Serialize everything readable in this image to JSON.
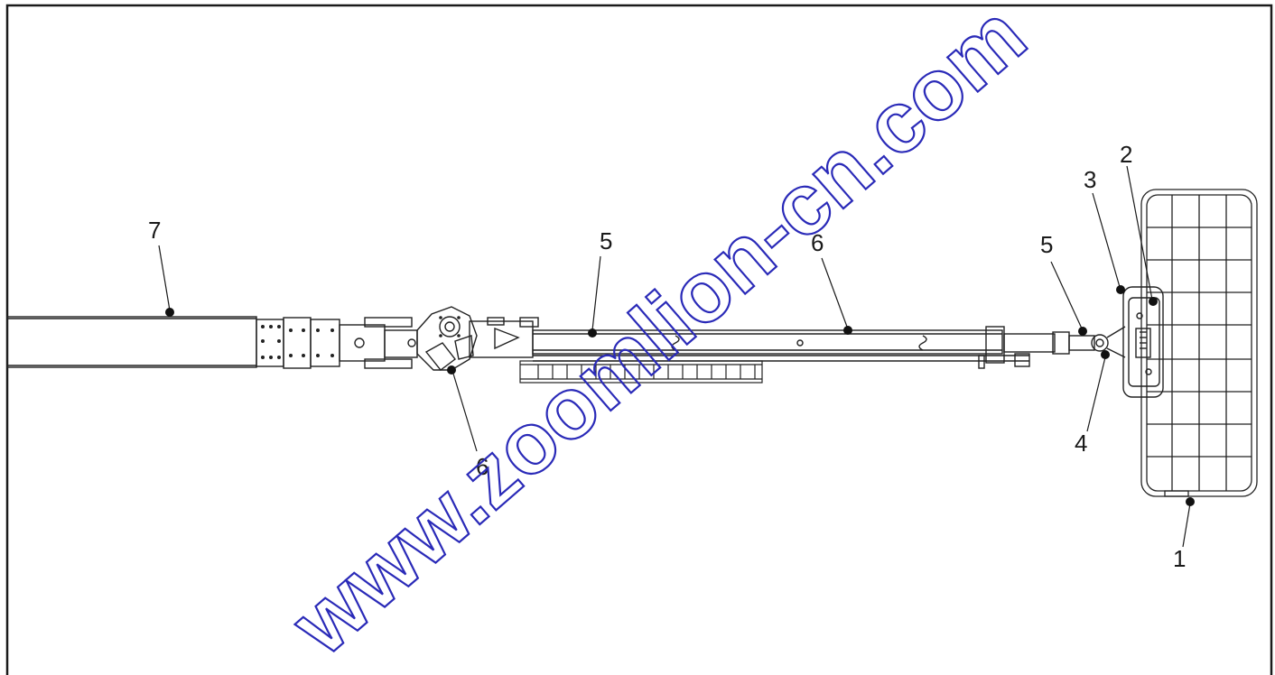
{
  "callouts": [
    {
      "id": "c1",
      "label": "1"
    },
    {
      "id": "c2",
      "label": "2"
    },
    {
      "id": "c3",
      "label": "3"
    },
    {
      "id": "c4",
      "label": "4"
    },
    {
      "id": "c5a",
      "label": "5"
    },
    {
      "id": "c5b",
      "label": "5"
    },
    {
      "id": "c6a",
      "label": "6"
    },
    {
      "id": "c6b",
      "label": "6"
    },
    {
      "id": "c7",
      "label": "7"
    }
  ],
  "watermark": {
    "text": "www.zoomlion-cn.com",
    "color": "#2a2ab8"
  }
}
